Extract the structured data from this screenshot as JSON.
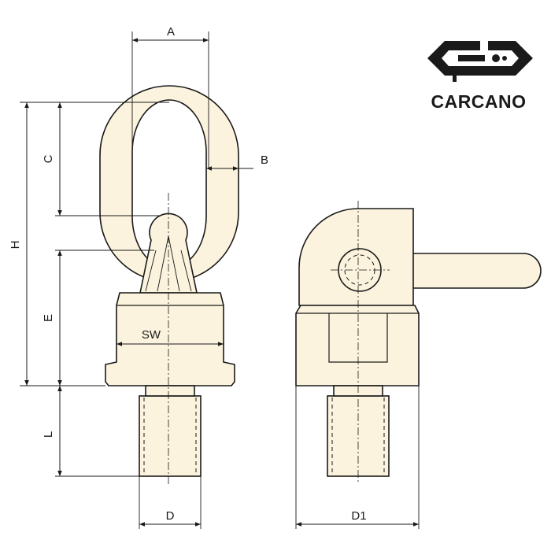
{
  "brand": {
    "name": "CARCANO",
    "logo": "carcano-logo"
  },
  "dimensions": {
    "A": "A",
    "B": "B",
    "C": "C",
    "H": "H",
    "E": "E",
    "SW": "SW",
    "L": "L",
    "D": "D",
    "D1": "D1"
  },
  "colors": {
    "part_fill": "#fbf3dd",
    "outline": "#1a1a1a"
  }
}
